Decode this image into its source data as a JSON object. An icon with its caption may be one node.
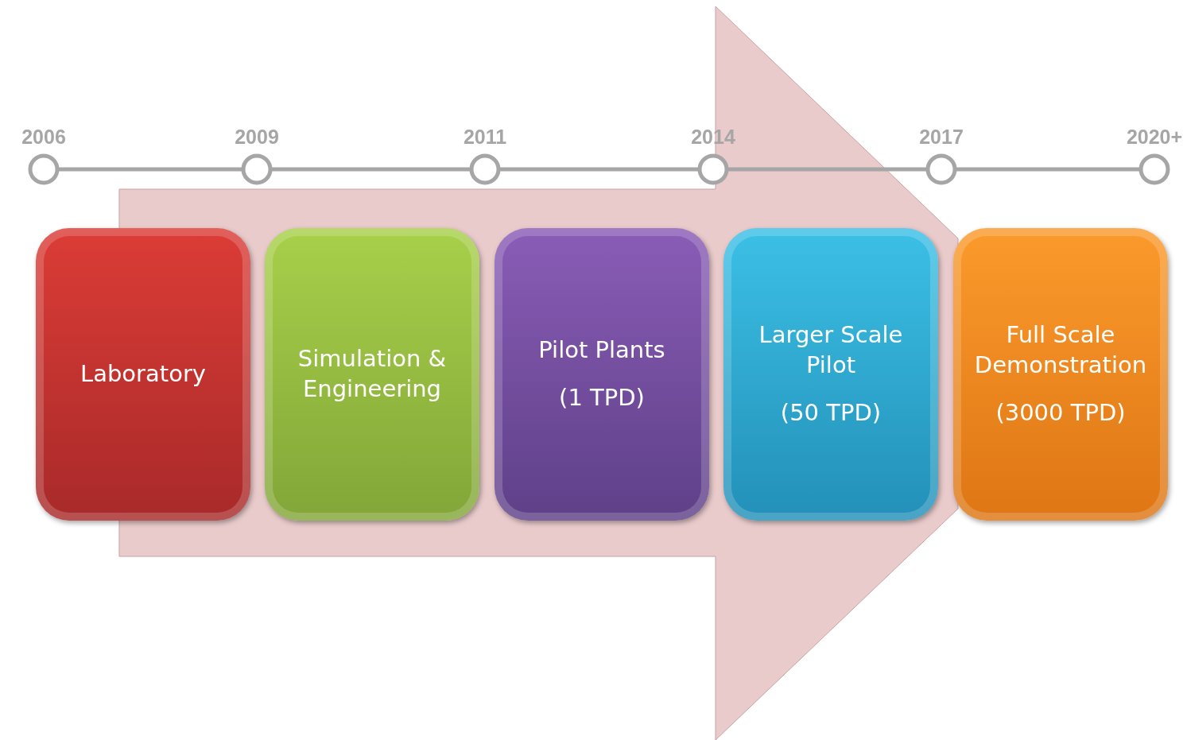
{
  "diagram": {
    "nodes": [
      {
        "text": [
          "2006"
        ]
      },
      {
        "text": [
          "2009"
        ]
      },
      {
        "text": [
          "2011"
        ]
      },
      {
        "text": [
          "2014"
        ]
      },
      {
        "text": [
          "2017"
        ]
      },
      {
        "text": [
          "2020+"
        ]
      },
      {
        "text": [
          "Laboratory"
        ]
      },
      {
        "text": [
          "Simulation & Engineering"
        ]
      },
      {
        "text": [
          "Pilot Plants",
          "(1 TPD)"
        ]
      },
      {
        "text": [
          "Larger Scale Pilot",
          "(50 TPD)"
        ]
      },
      {
        "text": [
          "Full Scale Demonstration",
          "(3000 TPD)"
        ]
      }
    ],
    "edges": [
      {
        "from": 0,
        "to": 1,
        "arrow": "none"
      },
      {
        "from": 1,
        "to": 2,
        "arrow": "none"
      },
      {
        "from": 2,
        "to": 3,
        "arrow": "none"
      },
      {
        "from": 3,
        "to": 4,
        "arrow": "none"
      },
      {
        "from": 4,
        "to": 5,
        "arrow": "none"
      }
    ]
  }
}
